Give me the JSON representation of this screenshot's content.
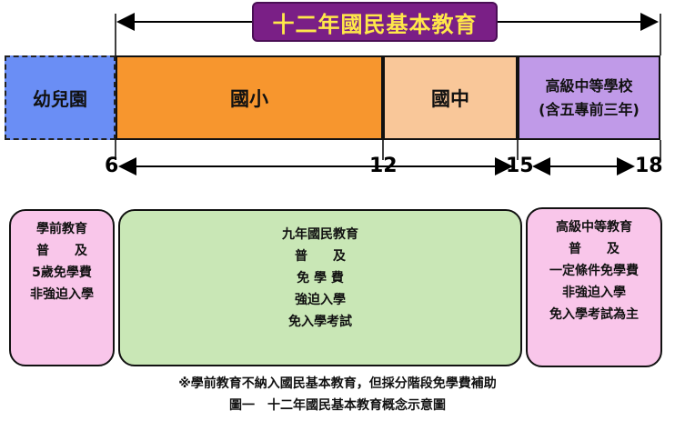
{
  "title": "十二年國民基本教育",
  "stages": {
    "kindergarten": "幼兒園",
    "elementary": "國小",
    "junior_high": "國中",
    "senior_high_line1": "高級中等學校",
    "senior_high_line2": "(含五專前三年)"
  },
  "ages": [
    "6",
    "12",
    "15",
    "18"
  ],
  "boxes": {
    "preschool": [
      "學前教育",
      "普　　及",
      "5歲免學費",
      "非強迫入學"
    ],
    "nine_year": [
      "九年國民教育",
      "普　　及",
      "免 學 費",
      "強迫入學",
      "免入學考試"
    ],
    "senior": [
      "高級中等教育",
      "普　　及",
      "一定條件免學費",
      "非強迫入學",
      "免入學考試為主"
    ]
  },
  "note": "※學前教育不納入國民基本教育，但採分階段免學費補助",
  "caption": "圖一　十二年國民基本教育概念示意圖",
  "colors": {
    "title_bg": "#7a1f86",
    "title_text": "#ffe84a",
    "kindergarten": "#6a8ef5",
    "elementary": "#f7962e",
    "junior_high": "#f9c799",
    "senior_high": "#c09ae8",
    "pink_box": "#f9c6ea",
    "green_box": "#c9e7b6"
  }
}
